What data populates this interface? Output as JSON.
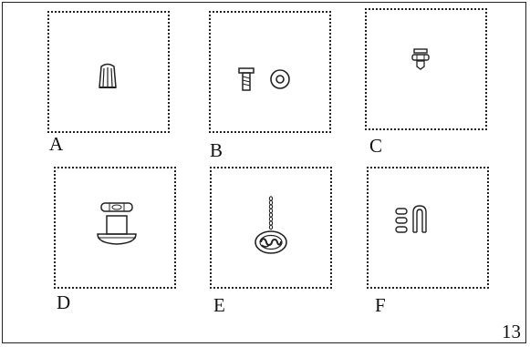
{
  "parts": [
    {
      "letter": "A",
      "icon": "wire-nut-icon"
    },
    {
      "letter": "B",
      "icon": "screw-and-washer-icon"
    },
    {
      "letter": "C",
      "icon": "machine-screw-nut-icon"
    },
    {
      "letter": "D",
      "icon": "lock-nut-cap-icon"
    },
    {
      "letter": "E",
      "icon": "chain-and-ceiling-loop-icon"
    },
    {
      "letter": "F",
      "icon": "links-and-hook-icon"
    }
  ],
  "page_number": "13"
}
